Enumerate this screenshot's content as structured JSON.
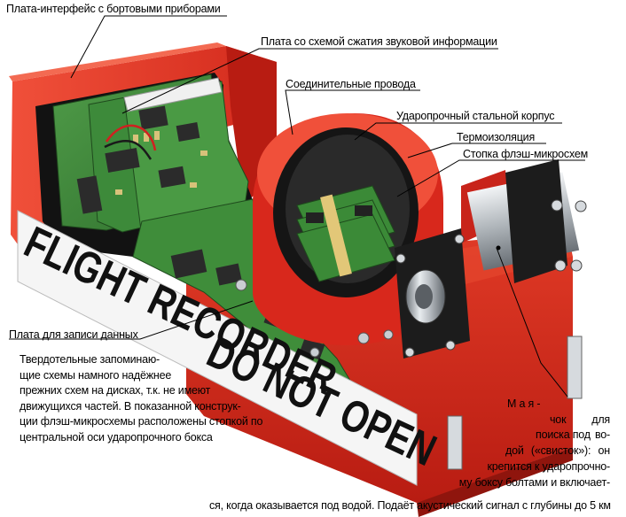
{
  "labels": {
    "interface_board": "Плата-интерфейс с бортовыми приборами",
    "audio_compression_board": "Плата со схемой сжатия звуковой информации",
    "connecting_wires": "Соединительные провода",
    "steel_case": "Ударопрочный стальной корпус",
    "thermal_insulation": "Термоизоляция",
    "flash_stack": "Стопка флэш-микросхем",
    "data_board": "Плата для записи данных"
  },
  "case_text": {
    "line1": "FLIGHT RECORDER",
    "line2": "DO NOT OPEN"
  },
  "data_board_description": [
    "Твердотельные запоминаю-",
    "щие схемы намного надёжнее",
    "прежних схем на дисках, т.к. не имеют",
    "движущихся частей. В показанной конструк-",
    "ции флэш-микросхемы расположены стопкой по",
    "центральной оси ударопрочного бокса"
  ],
  "beacon_description": {
    "line1": "М а я -",
    "line2_a": "чок",
    "line2_b": "для",
    "line3_a": "поиска под",
    "line3_b": "во-",
    "line4_a": "дой",
    "line4_b": "(«свисток»):",
    "line4_c": "он",
    "line5": "крепится к ударопрочно-",
    "line6": "му боксу болтами и включает-",
    "line7": "ся, когда оказывается под водой. Подаёт акустический сигнал с глубины до 5 км"
  },
  "colors": {
    "case_red": "#d8281c",
    "board_green": "#3d8a3a",
    "beacon_metal": "#9aa0a6",
    "bracket_black": "#1c1c1c"
  }
}
